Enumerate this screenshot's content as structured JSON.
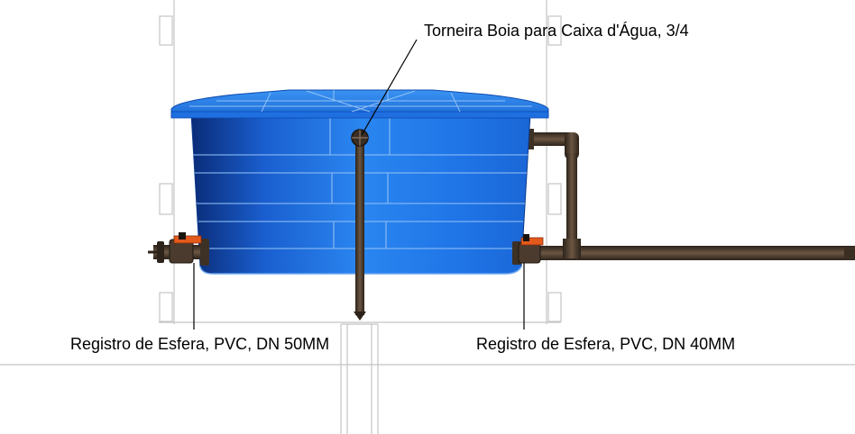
{
  "labels": {
    "float_valve": "Torneira Boia para Caixa d'Água, 3/4",
    "ball_valve_left": "Registro de Esfera, PVC, DN 50MM",
    "ball_valve_right": "Registro de Esfera, PVC, DN 40MM"
  },
  "colors": {
    "tank_blue": "#1f74e6",
    "tank_dark": "#0b2f7a",
    "pipe_brown": "#4a3b2e",
    "valve_handle_orange": "#e35a1c",
    "frame_gray": "#bdbdbd"
  }
}
